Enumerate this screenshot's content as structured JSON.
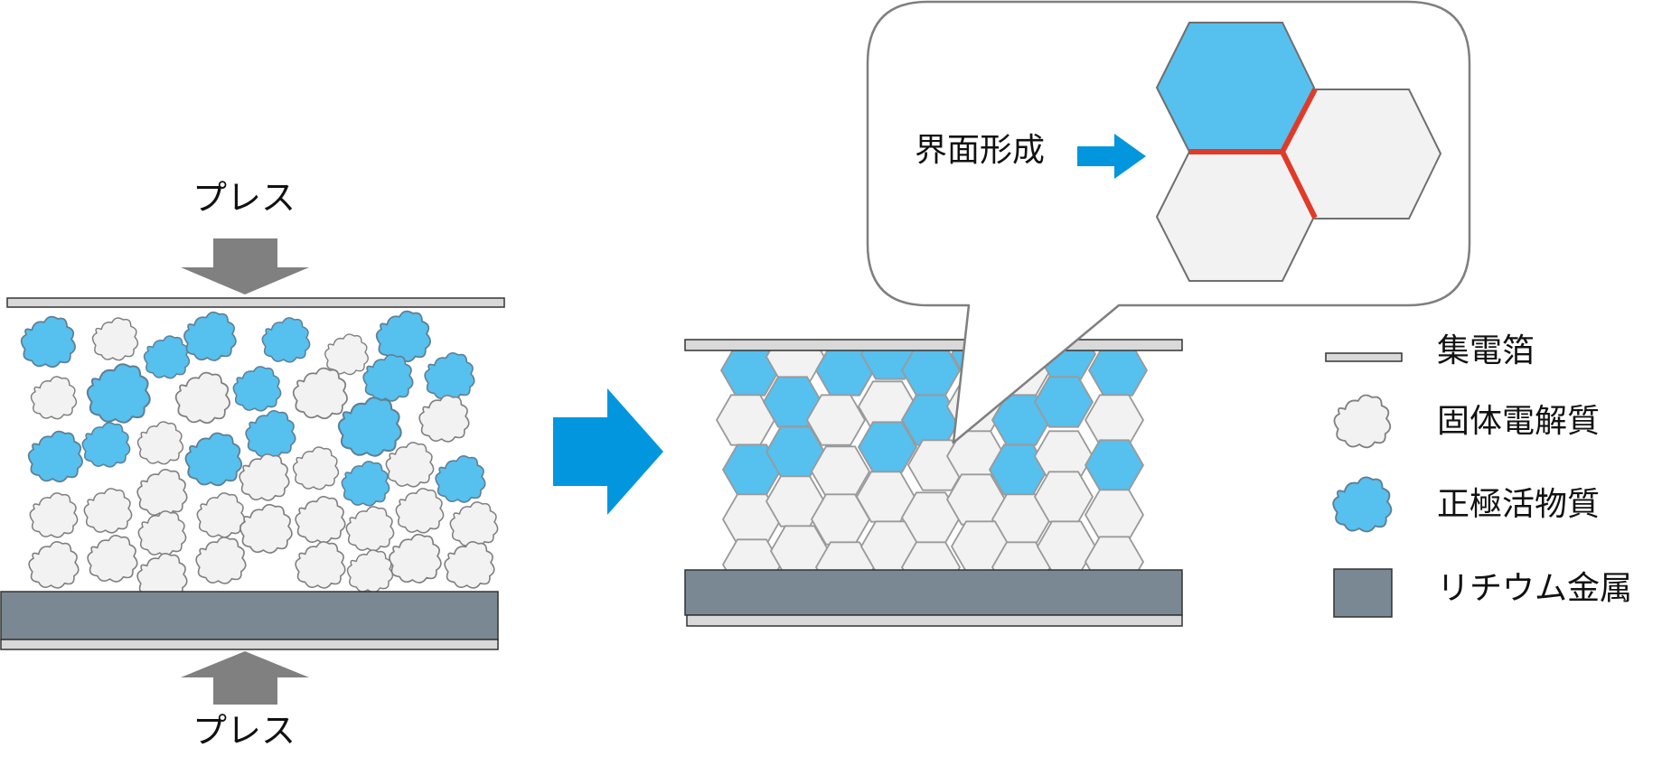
{
  "labels": {
    "press_top": "プレス",
    "press_bottom": "プレス",
    "interface": "界面形成"
  },
  "legend": [
    {
      "key": "foil",
      "label": "集電箔"
    },
    {
      "key": "electrolyte",
      "label": "固体電解質"
    },
    {
      "key": "cathode",
      "label": "正極活物質"
    },
    {
      "key": "lithium",
      "label": "リチウム金属"
    }
  ],
  "colors": {
    "cathode": "#56C0EE",
    "electrolyte": "#F2F2F2",
    "lithium": "#7A8893",
    "foil": "#D9D9D9",
    "press_arrow": "#808080",
    "process_arrow": "#0296DE",
    "interface_line": "#E23A28",
    "outline": "#6F6F6F"
  }
}
